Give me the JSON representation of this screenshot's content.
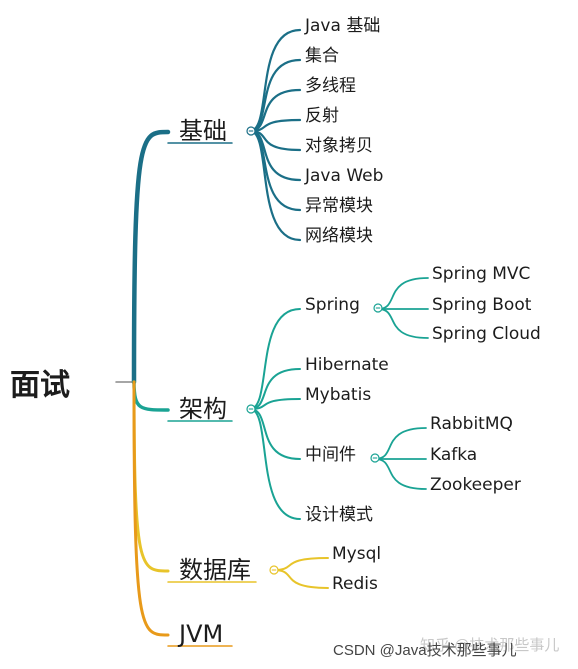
{
  "root": {
    "label": "面试"
  },
  "branches": [
    {
      "id": "jichu",
      "label": "基础",
      "color": "#1b6f87",
      "children": [
        {
          "label": "Java 基础"
        },
        {
          "label": "集合"
        },
        {
          "label": "多线程"
        },
        {
          "label": "反射"
        },
        {
          "label": "对象拷贝"
        },
        {
          "label": "Java Web"
        },
        {
          "label": "异常模块"
        },
        {
          "label": "网络模块"
        }
      ]
    },
    {
      "id": "jiagou",
      "label": "架构",
      "color": "#1aa394",
      "children": [
        {
          "label": "Spring",
          "children": [
            {
              "label": "Spring MVC"
            },
            {
              "label": "Spring Boot"
            },
            {
              "label": "Spring Cloud"
            }
          ]
        },
        {
          "label": "Hibernate"
        },
        {
          "label": "Mybatis"
        },
        {
          "label": "中间件",
          "children": [
            {
              "label": "RabbitMQ"
            },
            {
              "label": "Kafka"
            },
            {
              "label": "Zookeeper"
            }
          ]
        },
        {
          "label": "设计模式"
        }
      ]
    },
    {
      "id": "shujuku",
      "label": "数据库",
      "color": "#e8c42a",
      "children": [
        {
          "label": "Mysql"
        },
        {
          "label": "Redis"
        }
      ]
    },
    {
      "id": "jvm",
      "label": "JVM",
      "color": "#e89a1a",
      "children": []
    }
  ],
  "watermark": {
    "ghost": "知乎 @技术那些事儿",
    "main": "CSDN @Java技术那些事儿"
  }
}
